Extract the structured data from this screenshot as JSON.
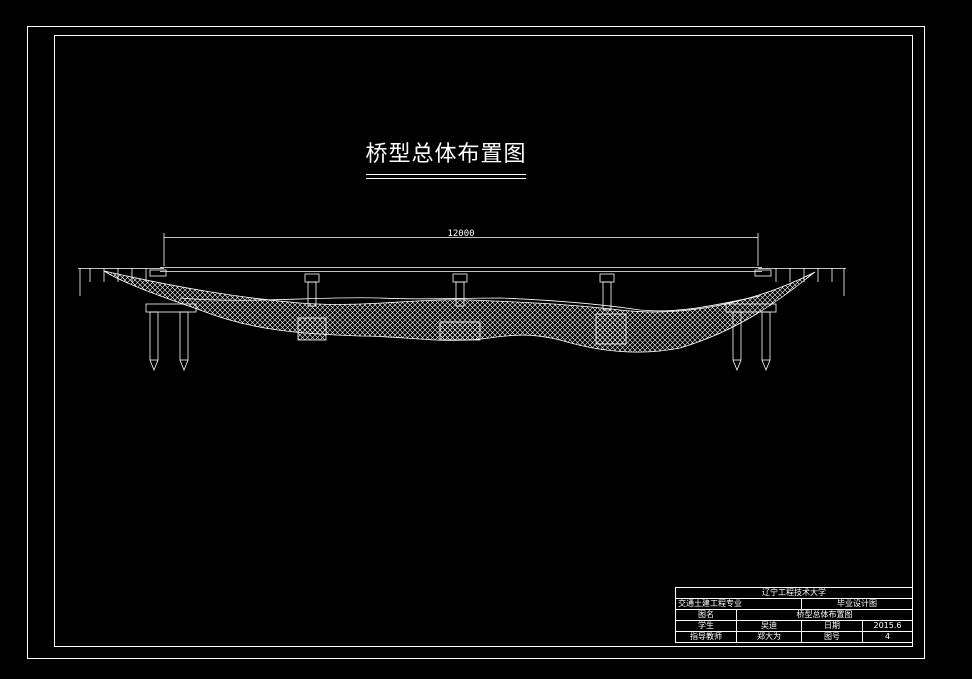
{
  "drawing": {
    "title": "桥型总体布置图",
    "span_dimension": "12000"
  },
  "title_block": {
    "school": "辽宁工程技术大学",
    "program": "交通土建工程专业",
    "design_type": "毕业设计图",
    "name_label": "图名",
    "name_value": "桥型总体布置图",
    "student_label": "学生",
    "student_value": "吴迪",
    "date_label": "日期",
    "date_value": "2015.6",
    "advisor_label": "指导教师",
    "advisor_value": "郑大为",
    "number_label": "图号",
    "number_value": "4"
  },
  "colors": {
    "background": "#000000",
    "line": "#ffffff"
  }
}
